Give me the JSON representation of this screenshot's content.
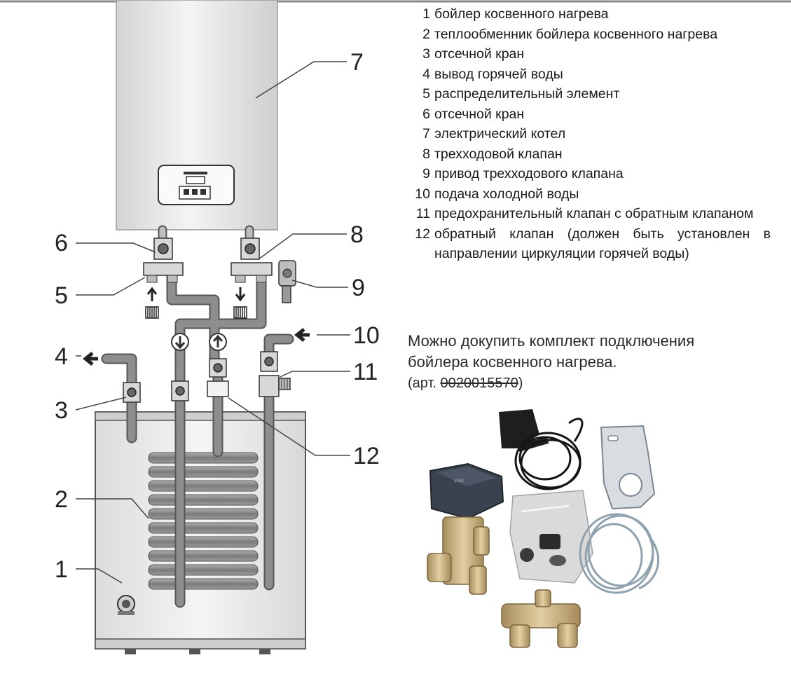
{
  "callouts": [
    {
      "num": "1"
    },
    {
      "num": "2"
    },
    {
      "num": "3"
    },
    {
      "num": "4"
    },
    {
      "num": "5"
    },
    {
      "num": "6"
    },
    {
      "num": "7"
    },
    {
      "num": "8"
    },
    {
      "num": "9"
    },
    {
      "num": "10"
    },
    {
      "num": "11"
    },
    {
      "num": "12"
    }
  ],
  "legend": [
    {
      "num": "1",
      "text": "бойлер косвенного нагрева"
    },
    {
      "num": "2",
      "text": "теплообменник бойлера косвенного нагрева"
    },
    {
      "num": "3",
      "text": "отсечной кран"
    },
    {
      "num": "4",
      "text": "вывод горячей воды"
    },
    {
      "num": "5",
      "text": "распределительный элемент"
    },
    {
      "num": "6",
      "text": "отсечной кран"
    },
    {
      "num": "7",
      "text": "электрический котел"
    },
    {
      "num": "8",
      "text": "трехходовой клапан"
    },
    {
      "num": "9",
      "text": "привод трехходового клапана"
    },
    {
      "num": "10",
      "text": "подача холодной воды"
    },
    {
      "num": "11",
      "text": "предохранительный клапан с обратным клапаном"
    },
    {
      "num": "12",
      "text": "обратный клапан (должен быть установлен в направлении циркуляции горячей воды)"
    }
  ],
  "note": {
    "line1": "Можно докупить комплект подключения",
    "line2": "бойлера косвенного нагрева.",
    "art_prefix": "(арт. ",
    "art_number": "0020015570",
    "art_suffix": ")"
  },
  "colors": {
    "pipe": "#8a8a8a",
    "pipe_edge": "#555555",
    "boiler_body": "#e6e6e6",
    "brass": "#c9b48a",
    "actuator": "#3a4250"
  }
}
